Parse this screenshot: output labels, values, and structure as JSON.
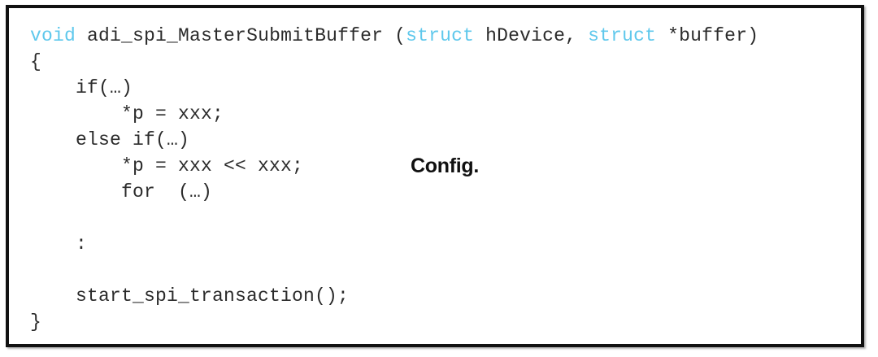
{
  "figure": {
    "frame_border_color": "#111111",
    "background_color": "#ffffff",
    "keyword_color": "#5FC8EC",
    "code_text_color": "#2b2b2b"
  },
  "code": {
    "language": "c",
    "signature": {
      "return_type": "void",
      "function_name": "adi_spi_MasterSubmitBuffer",
      "open_paren": " (",
      "param1_type": "struct",
      "param1_name": " hDevice, ",
      "param2_type": "struct",
      "param2_name": " *buffer)"
    },
    "lines": [
      "{",
      "    if(…)",
      "        *p = xxx;",
      "    else if(…)",
      "        *p = xxx << xxx;",
      "        for  (…)",
      "",
      "    :",
      "",
      "    start_spi_transaction();",
      "}"
    ]
  },
  "annotation": {
    "brace_label": "Config.",
    "brace_glyph": "right-curly-brace"
  }
}
